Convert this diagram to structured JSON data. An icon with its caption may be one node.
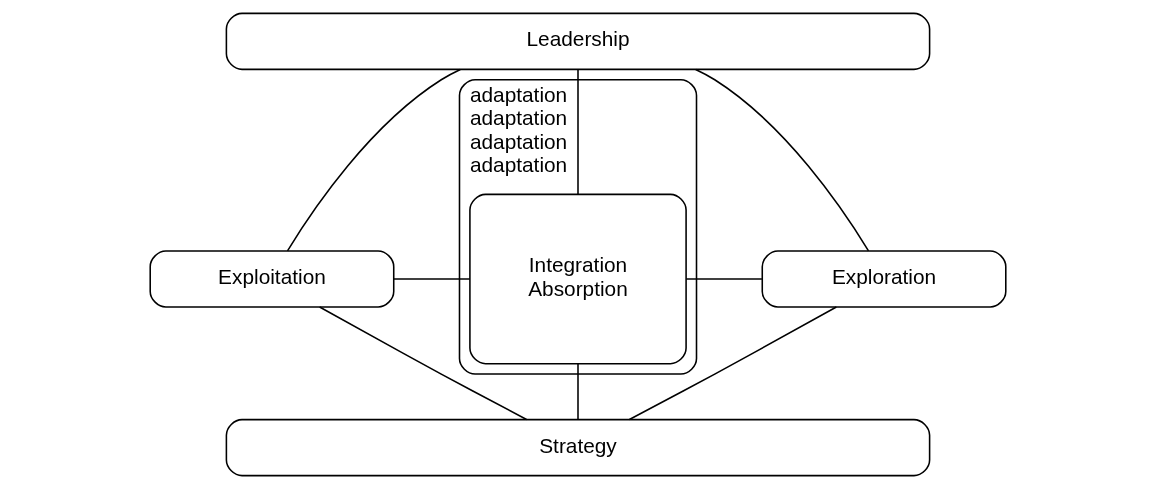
{
  "diagram": {
    "nodes": [
      {
        "text": [
          "Leadership"
        ]
      },
      {
        "text": [
          "adaptation",
          "adaptation",
          "adaptation",
          "adaptation"
        ]
      },
      {
        "text": [
          "Integration",
          "Absorption"
        ],
        "in": 1
      },
      {
        "text": [
          "Exploitation"
        ]
      },
      {
        "text": [
          "Exploration"
        ]
      },
      {
        "text": [
          "Strategy"
        ]
      }
    ],
    "edges": [
      {
        "from": 0,
        "to": 3,
        "arrow": "none"
      },
      {
        "from": 0,
        "to": 4,
        "arrow": "none"
      },
      {
        "from": 0,
        "to": 2,
        "arrow": "none"
      },
      {
        "from": 2,
        "to": 3,
        "arrow": "none"
      },
      {
        "from": 2,
        "to": 4,
        "arrow": "none"
      },
      {
        "from": 2,
        "to": 5,
        "arrow": "none"
      },
      {
        "from": 3,
        "to": 5,
        "arrow": "none"
      },
      {
        "from": 4,
        "to": 5,
        "arrow": "none"
      }
    ]
  }
}
